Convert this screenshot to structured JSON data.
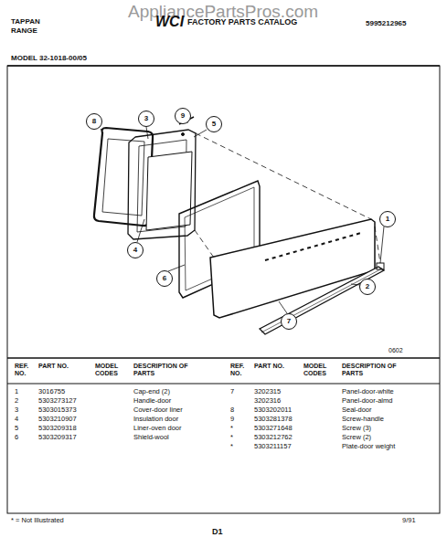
{
  "diagram": {
    "title": "FACTORY PARTS CATALOG",
    "nodes": [
      {
        "text": [
          "8"
        ]
      },
      {
        "text": [
          "3"
        ]
      },
      {
        "text": [
          "9"
        ]
      },
      {
        "text": [
          "5"
        ]
      },
      {
        "text": [
          "1"
        ]
      },
      {
        "text": [
          "4"
        ]
      },
      {
        "text": [
          "6"
        ]
      },
      {
        "text": [
          "2"
        ]
      },
      {
        "text": [
          "7"
        ]
      }
    ],
    "labels": [
      "AppliancePartsPros.com",
      "TAPPAN",
      "RANGE",
      "WCI",
      "5995212965",
      "MODEL 32-1018-00/05",
      "0602",
      "REF. NO.",
      "PART NO.",
      "MODEL CODES",
      "DESCRIPTION OF PARTS",
      "1",
      "3016755",
      "Cap-end (2)",
      "2",
      "5303273127",
      "Handle-door",
      "3",
      "5303015373",
      "Cover-door liner",
      "4",
      "5303210907",
      "Insulation door",
      "5",
      "5303209318",
      "Liner-oven door",
      "6",
      "5303209317",
      "Shield-wool",
      "REF. NO.",
      "PART NO.",
      "MODEL CODES",
      "DESCRIPTION OF PARTS",
      "7",
      "3202315",
      "Panel-door-white",
      "3202316",
      "Panel-door-almd",
      "8",
      "5303202011",
      "Seal-door",
      "9",
      "5303281378",
      "Screw-handle",
      "*",
      "5303271648",
      "Screw (3)",
      "*",
      "5303212762",
      "Screw (2)",
      "*",
      "5303211157",
      "Plate-door weight",
      "* = Not Illustrated",
      "D1",
      "9/91"
    ]
  }
}
